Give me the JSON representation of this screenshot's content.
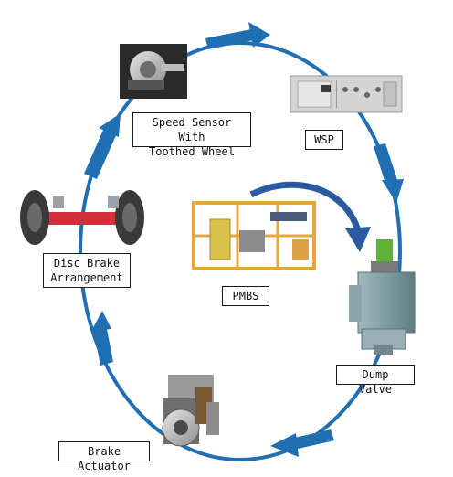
{
  "colors": {
    "cycle": "#1f6fb2",
    "arrow": "#1f6fb2",
    "center_arrow": "#2c5aa0",
    "pmbs_frame": "#e8a63a",
    "pmbs_panel": "#d9c24a",
    "valve_body": "#7f9ea6",
    "valve_top": "#5fb33b",
    "axle": "#d0303a",
    "wheel": "#3a3a3a"
  },
  "labels": {
    "speed_sensor": "Speed Sensor With\nToothed Wheel",
    "wsp": "WSP",
    "disc_brake": "Disc Brake\nArrangement",
    "pmbs": "PMBS",
    "dump_valve": "Dump Valve",
    "brake_actuator": "Brake Actuator"
  }
}
